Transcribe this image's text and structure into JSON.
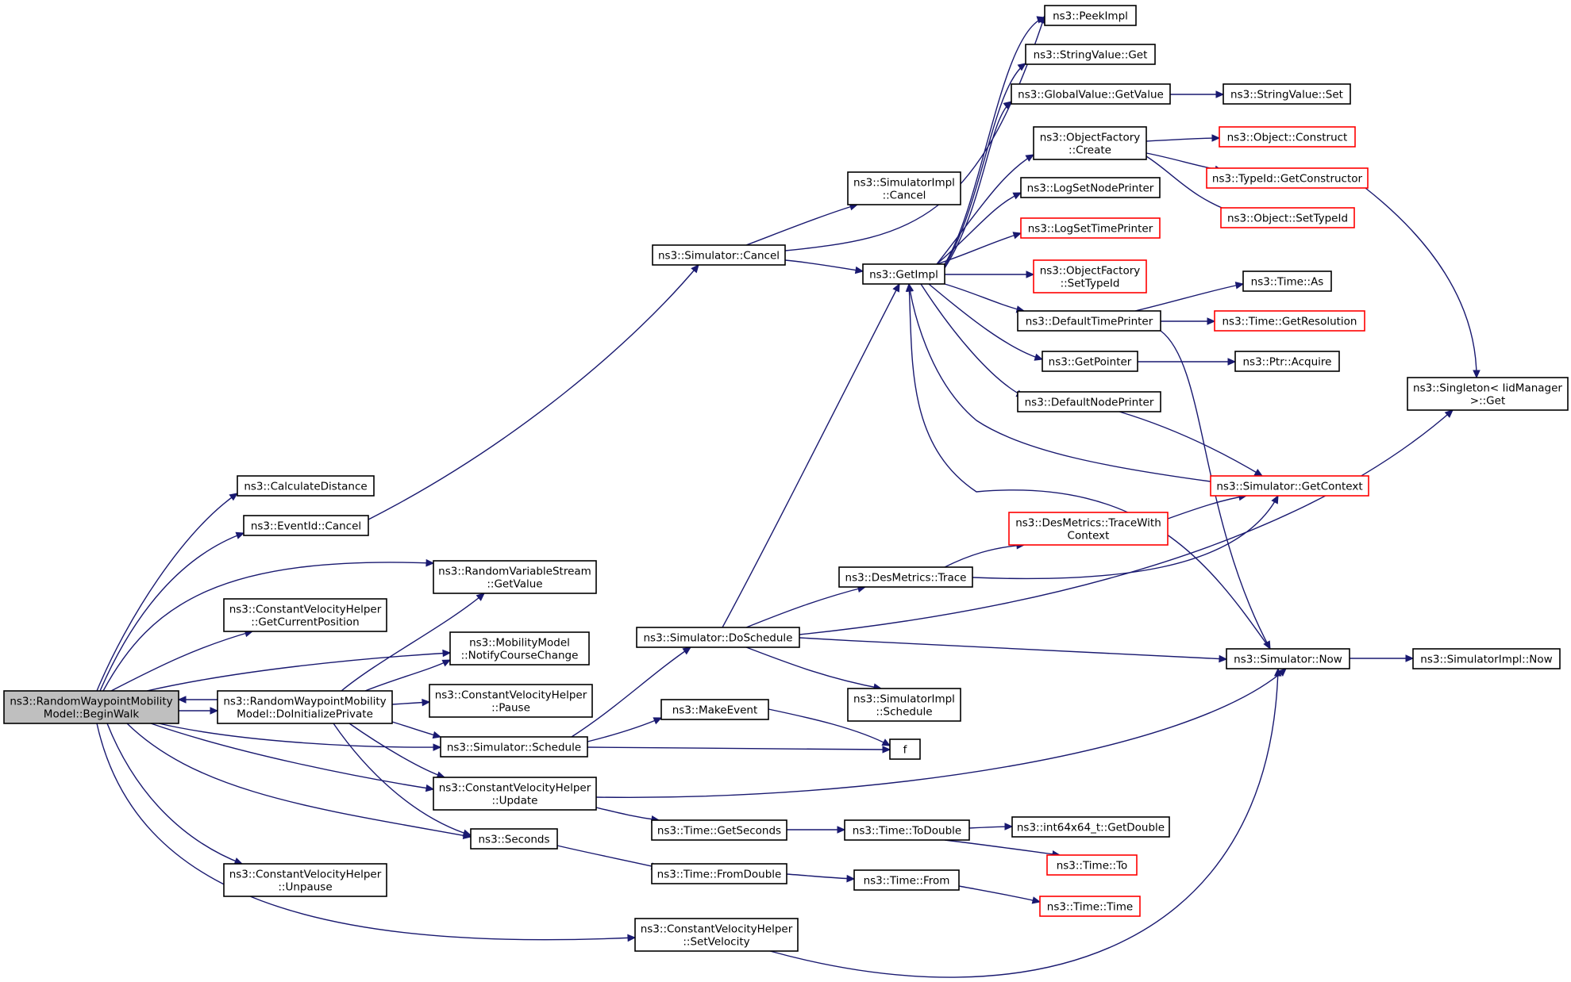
{
  "diagram": {
    "colors": {
      "node_fill": "#ffffff",
      "node_border_black": "#000000",
      "node_border_red": "#ff0000",
      "root_fill": "#bfbfbf",
      "edge": "#191970"
    },
    "nodes": [
      {
        "id": "peekimpl",
        "lines": [
          "ns3::PeekImpl"
        ],
        "border": "black"
      },
      {
        "id": "stringvalue_get",
        "lines": [
          "ns3::StringValue::Get"
        ],
        "border": "black"
      },
      {
        "id": "globalvalue_getvalue",
        "lines": [
          "ns3::GlobalValue::GetValue"
        ],
        "border": "black"
      },
      {
        "id": "stringvalue_set",
        "lines": [
          "ns3::StringValue::Set"
        ],
        "border": "black"
      },
      {
        "id": "objectfactory_create",
        "lines": [
          "ns3::ObjectFactory",
          "::Create"
        ],
        "border": "black"
      },
      {
        "id": "object_construct",
        "lines": [
          "ns3::Object::Construct"
        ],
        "border": "red"
      },
      {
        "id": "typeid_getconstructor",
        "lines": [
          "ns3::TypeId::GetConstructor"
        ],
        "border": "red"
      },
      {
        "id": "object_settypeid",
        "lines": [
          "ns3::Object::SetTypeId"
        ],
        "border": "red"
      },
      {
        "id": "simulatorimpl_cancel",
        "lines": [
          "ns3::SimulatorImpl",
          "::Cancel"
        ],
        "border": "black"
      },
      {
        "id": "logsetnodeprinter",
        "lines": [
          "ns3::LogSetNodePrinter"
        ],
        "border": "black"
      },
      {
        "id": "logsettimeprinter",
        "lines": [
          "ns3::LogSetTimePrinter"
        ],
        "border": "red"
      },
      {
        "id": "simulator_cancel",
        "lines": [
          "ns3::Simulator::Cancel"
        ],
        "border": "black"
      },
      {
        "id": "getimpl",
        "lines": [
          "ns3::GetImpl"
        ],
        "border": "black"
      },
      {
        "id": "objectfactory_settypeid",
        "lines": [
          "ns3::ObjectFactory",
          "::SetTypeId"
        ],
        "border": "red"
      },
      {
        "id": "time_as",
        "lines": [
          "ns3::Time::As"
        ],
        "border": "black"
      },
      {
        "id": "defaulttimeprinter",
        "lines": [
          "ns3::DefaultTimePrinter"
        ],
        "border": "black"
      },
      {
        "id": "time_getresolution",
        "lines": [
          "ns3::Time::GetResolution"
        ],
        "border": "red"
      },
      {
        "id": "getpointer",
        "lines": [
          "ns3::GetPointer"
        ],
        "border": "black"
      },
      {
        "id": "ptr_acquire",
        "lines": [
          "ns3::Ptr::Acquire"
        ],
        "border": "black"
      },
      {
        "id": "singleton_get",
        "lines": [
          "ns3::Singleton< IidManager",
          " >::Get"
        ],
        "border": "black"
      },
      {
        "id": "defaultnodeprinter",
        "lines": [
          "ns3::DefaultNodePrinter"
        ],
        "border": "black"
      },
      {
        "id": "calculatedistance",
        "lines": [
          "ns3::CalculateDistance"
        ],
        "border": "black"
      },
      {
        "id": "simulator_getcontext",
        "lines": [
          "ns3::Simulator::GetContext"
        ],
        "border": "red"
      },
      {
        "id": "eventid_cancel",
        "lines": [
          "ns3::EventId::Cancel"
        ],
        "border": "black"
      },
      {
        "id": "desmetrics_tracewithcontext",
        "lines": [
          "ns3::DesMetrics::TraceWith",
          "Context"
        ],
        "border": "red"
      },
      {
        "id": "randomvariablestream_getvalue",
        "lines": [
          "ns3::RandomVariableStream",
          "::GetValue"
        ],
        "border": "black"
      },
      {
        "id": "desmetrics_trace",
        "lines": [
          "ns3::DesMetrics::Trace"
        ],
        "border": "black"
      },
      {
        "id": "cvh_getcurrentposition",
        "lines": [
          "ns3::ConstantVelocityHelper",
          "::GetCurrentPosition"
        ],
        "border": "black"
      },
      {
        "id": "simulator_doschedule",
        "lines": [
          "ns3::Simulator::DoSchedule"
        ],
        "border": "black"
      },
      {
        "id": "mobilitymodel_notifycoursechange",
        "lines": [
          "ns3::MobilityModel",
          "::NotifyCourseChange"
        ],
        "border": "black"
      },
      {
        "id": "simulator_now",
        "lines": [
          "ns3::Simulator::Now"
        ],
        "border": "black"
      },
      {
        "id": "simulatorimpl_now",
        "lines": [
          "ns3::SimulatorImpl::Now"
        ],
        "border": "black"
      },
      {
        "id": "beginwalk",
        "lines": [
          "ns3::RandomWaypointMobility",
          "Model::BeginWalk"
        ],
        "border": "black",
        "root": true
      },
      {
        "id": "doinitializeprivate",
        "lines": [
          "ns3::RandomWaypointMobility",
          "Model::DoInitializePrivate"
        ],
        "border": "black"
      },
      {
        "id": "cvh_pause",
        "lines": [
          "ns3::ConstantVelocityHelper",
          "::Pause"
        ],
        "border": "black"
      },
      {
        "id": "simulatorimpl_schedule",
        "lines": [
          "ns3::SimulatorImpl",
          "::Schedule"
        ],
        "border": "black"
      },
      {
        "id": "makeevent",
        "lines": [
          "ns3::MakeEvent"
        ],
        "border": "black"
      },
      {
        "id": "simulator_schedule",
        "lines": [
          "ns3::Simulator::Schedule"
        ],
        "border": "black"
      },
      {
        "id": "f",
        "lines": [
          "f"
        ],
        "border": "black"
      },
      {
        "id": "cvh_update",
        "lines": [
          "ns3::ConstantVelocityHelper",
          "::Update"
        ],
        "border": "black"
      },
      {
        "id": "time_getseconds",
        "lines": [
          "ns3::Time::GetSeconds"
        ],
        "border": "black"
      },
      {
        "id": "time_todouble",
        "lines": [
          "ns3::Time::ToDouble"
        ],
        "border": "black"
      },
      {
        "id": "int64x64_getdouble",
        "lines": [
          "ns3::int64x64_t::GetDouble"
        ],
        "border": "black"
      },
      {
        "id": "seconds",
        "lines": [
          "ns3::Seconds"
        ],
        "border": "black"
      },
      {
        "id": "time_to",
        "lines": [
          "ns3::Time::To"
        ],
        "border": "red"
      },
      {
        "id": "cvh_unpause",
        "lines": [
          "ns3::ConstantVelocityHelper",
          "::Unpause"
        ],
        "border": "black"
      },
      {
        "id": "time_fromdouble",
        "lines": [
          "ns3::Time::FromDouble"
        ],
        "border": "black"
      },
      {
        "id": "time_from",
        "lines": [
          "ns3::Time::From"
        ],
        "border": "black"
      },
      {
        "id": "time_time",
        "lines": [
          "ns3::Time::Time"
        ],
        "border": "red"
      },
      {
        "id": "cvh_setvelocity",
        "lines": [
          "ns3::ConstantVelocityHelper",
          "::SetVelocity"
        ],
        "border": "black"
      }
    ],
    "edges": [
      {
        "from": "beginwalk",
        "to": "calculatedistance"
      },
      {
        "from": "beginwalk",
        "to": "eventid_cancel"
      },
      {
        "from": "beginwalk",
        "to": "randomvariablestream_getvalue"
      },
      {
        "from": "beginwalk",
        "to": "cvh_getcurrentposition"
      },
      {
        "from": "beginwalk",
        "to": "mobilitymodel_notifycoursechange"
      },
      {
        "from": "beginwalk",
        "to": "doinitializeprivate"
      },
      {
        "from": "beginwalk",
        "to": "simulator_schedule"
      },
      {
        "from": "beginwalk",
        "to": "cvh_update"
      },
      {
        "from": "beginwalk",
        "to": "seconds"
      },
      {
        "from": "beginwalk",
        "to": "cvh_unpause"
      },
      {
        "from": "beginwalk",
        "to": "cvh_setvelocity"
      },
      {
        "from": "doinitializeprivate",
        "to": "beginwalk"
      },
      {
        "from": "doinitializeprivate",
        "to": "randomvariablestream_getvalue"
      },
      {
        "from": "doinitializeprivate",
        "to": "mobilitymodel_notifycoursechange"
      },
      {
        "from": "doinitializeprivate",
        "to": "cvh_pause"
      },
      {
        "from": "doinitializeprivate",
        "to": "simulator_schedule"
      },
      {
        "from": "doinitializeprivate",
        "to": "cvh_update"
      },
      {
        "from": "doinitializeprivate",
        "to": "seconds"
      },
      {
        "from": "eventid_cancel",
        "to": "simulator_cancel"
      },
      {
        "from": "simulator_cancel",
        "to": "simulatorimpl_cancel"
      },
      {
        "from": "simulator_cancel",
        "to": "peekimpl"
      },
      {
        "from": "simulator_cancel",
        "to": "getimpl"
      },
      {
        "from": "getimpl",
        "to": "peekimpl"
      },
      {
        "from": "getimpl",
        "to": "stringvalue_get"
      },
      {
        "from": "getimpl",
        "to": "globalvalue_getvalue"
      },
      {
        "from": "getimpl",
        "to": "objectfactory_create"
      },
      {
        "from": "getimpl",
        "to": "logsetnodeprinter"
      },
      {
        "from": "getimpl",
        "to": "logsettimeprinter"
      },
      {
        "from": "getimpl",
        "to": "objectfactory_settypeid"
      },
      {
        "from": "getimpl",
        "to": "defaulttimeprinter"
      },
      {
        "from": "getimpl",
        "to": "getpointer"
      },
      {
        "from": "getimpl",
        "to": "defaultnodeprinter"
      },
      {
        "from": "globalvalue_getvalue",
        "to": "stringvalue_set"
      },
      {
        "from": "objectfactory_create",
        "to": "object_construct"
      },
      {
        "from": "objectfactory_create",
        "to": "typeid_getconstructor"
      },
      {
        "from": "objectfactory_create",
        "to": "object_settypeid"
      },
      {
        "from": "typeid_getconstructor",
        "to": "singleton_get"
      },
      {
        "from": "defaulttimeprinter",
        "to": "time_as"
      },
      {
        "from": "defaulttimeprinter",
        "to": "time_getresolution"
      },
      {
        "from": "defaulttimeprinter",
        "to": "simulator_now"
      },
      {
        "from": "getpointer",
        "to": "ptr_acquire"
      },
      {
        "from": "defaultnodeprinter",
        "to": "simulator_getcontext"
      },
      {
        "from": "simulator_getcontext",
        "to": "getimpl"
      },
      {
        "from": "simulator_now",
        "to": "getimpl"
      },
      {
        "from": "simulator_now",
        "to": "simulatorimpl_now"
      },
      {
        "from": "simulator_schedule",
        "to": "simulator_doschedule"
      },
      {
        "from": "simulator_schedule",
        "to": "makeevent"
      },
      {
        "from": "simulator_schedule",
        "to": "f"
      },
      {
        "from": "simulator_doschedule",
        "to": "getimpl"
      },
      {
        "from": "simulator_doschedule",
        "to": "desmetrics_trace"
      },
      {
        "from": "simulator_doschedule",
        "to": "singleton_get"
      },
      {
        "from": "simulator_doschedule",
        "to": "simulator_now"
      },
      {
        "from": "simulator_doschedule",
        "to": "simulatorimpl_schedule"
      },
      {
        "from": "desmetrics_trace",
        "to": "desmetrics_tracewithcontext"
      },
      {
        "from": "desmetrics_trace",
        "to": "simulator_getcontext"
      },
      {
        "from": "desmetrics_tracewithcontext",
        "to": "simulator_getcontext"
      },
      {
        "from": "makeevent",
        "to": "f"
      },
      {
        "from": "cvh_update",
        "to": "simulator_now"
      },
      {
        "from": "cvh_update",
        "to": "time_getseconds"
      },
      {
        "from": "time_getseconds",
        "to": "time_todouble"
      },
      {
        "from": "time_todouble",
        "to": "int64x64_getdouble"
      },
      {
        "from": "time_todouble",
        "to": "time_to"
      },
      {
        "from": "seconds",
        "to": "time_fromdouble"
      },
      {
        "from": "time_fromdouble",
        "to": "time_from"
      },
      {
        "from": "time_from",
        "to": "time_time"
      },
      {
        "from": "cvh_setvelocity",
        "to": "simulator_now"
      }
    ]
  }
}
